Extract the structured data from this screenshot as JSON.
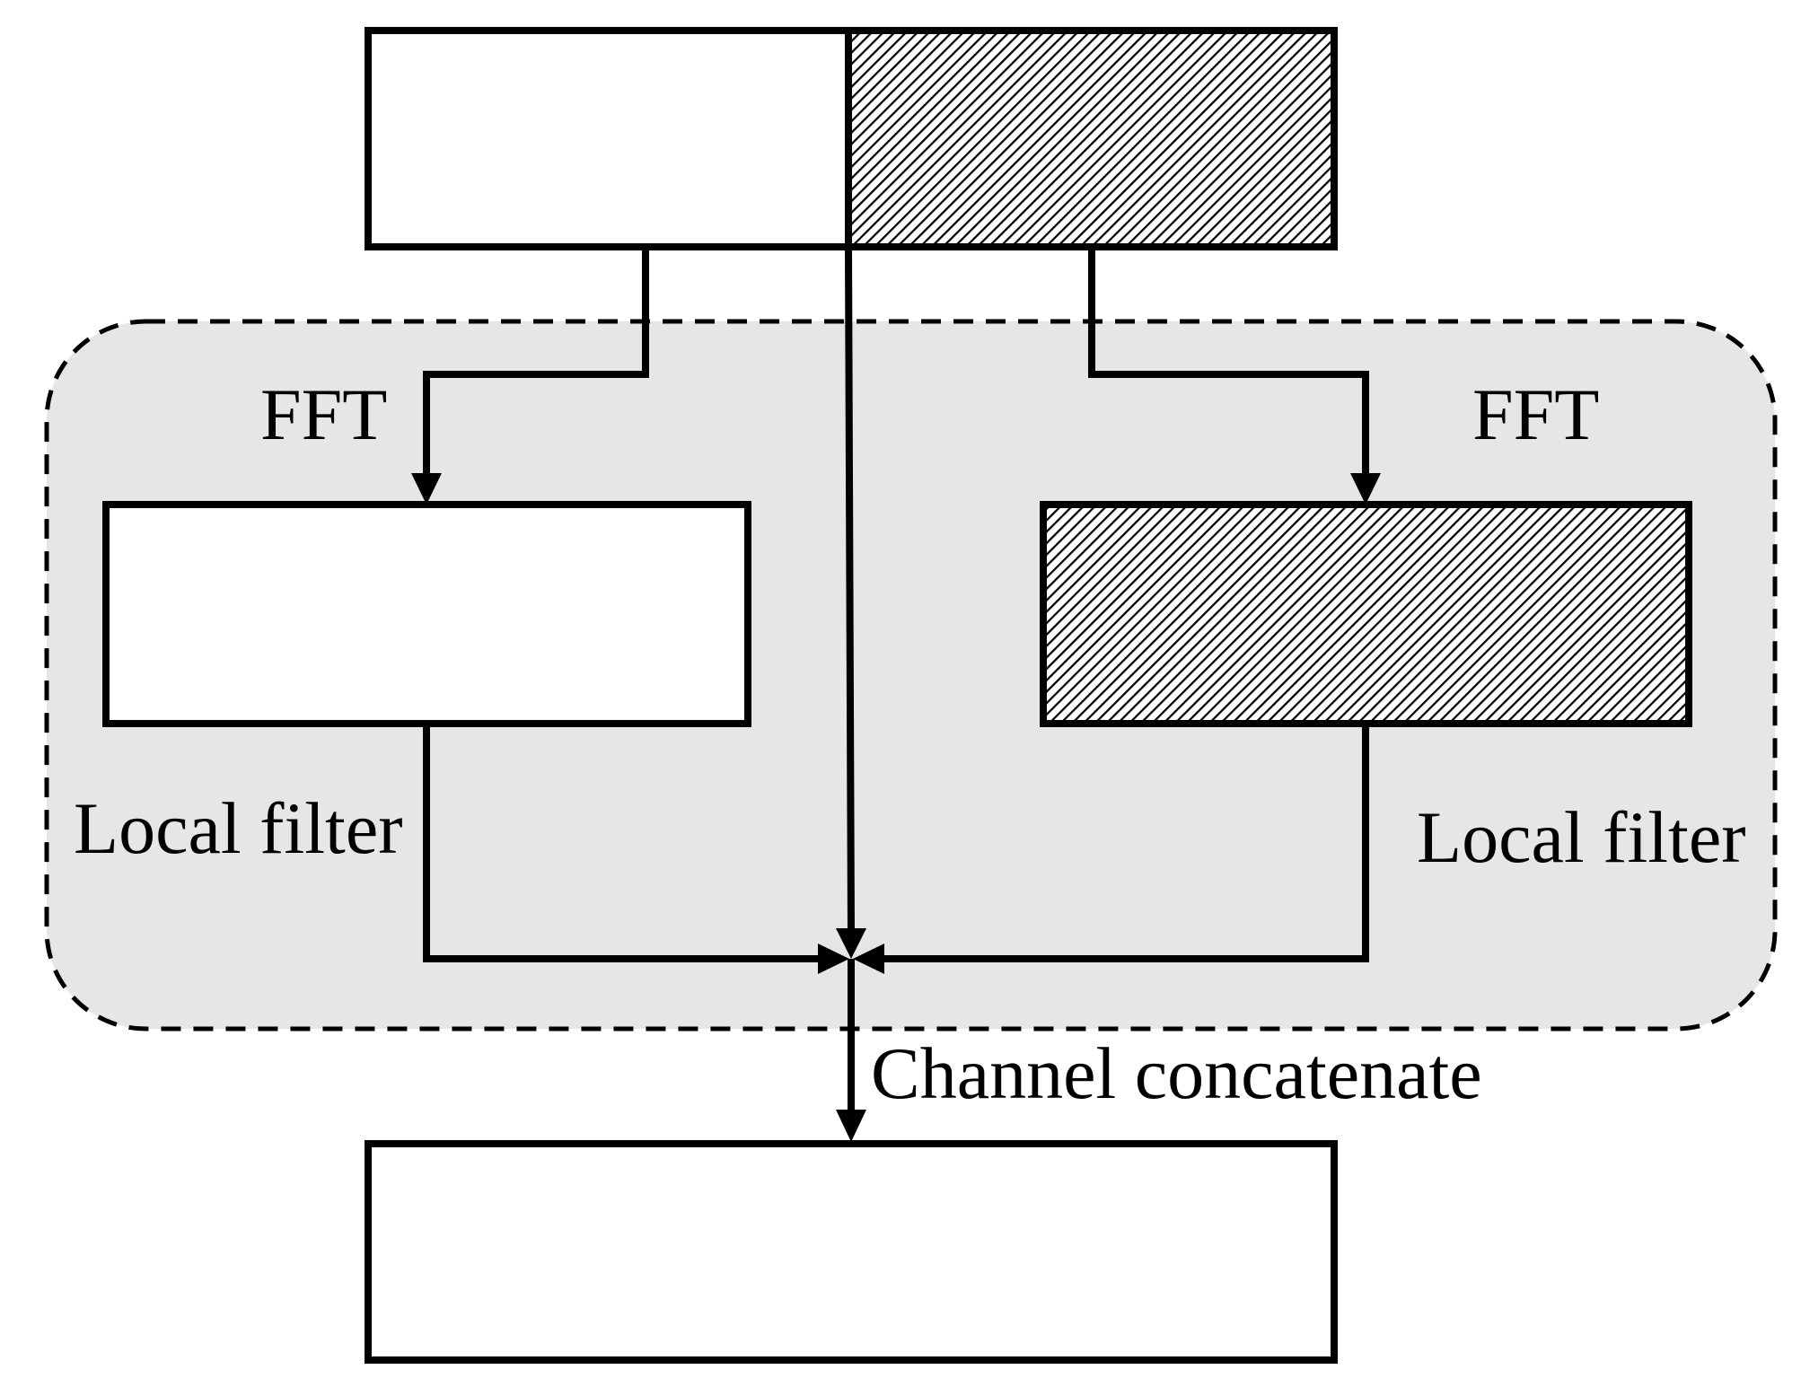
{
  "labels": {
    "fft_left": "FFT",
    "fft_right": "FFT",
    "local_filter_left": "Local filter",
    "local_filter_right": "Local filter",
    "channel_concatenate": "Channel concatenate"
  },
  "colors": {
    "stroke": "#000000",
    "block_fill": "#ffffff",
    "hatch_pattern": "#000000",
    "region_fill": "#e6e6e6"
  }
}
